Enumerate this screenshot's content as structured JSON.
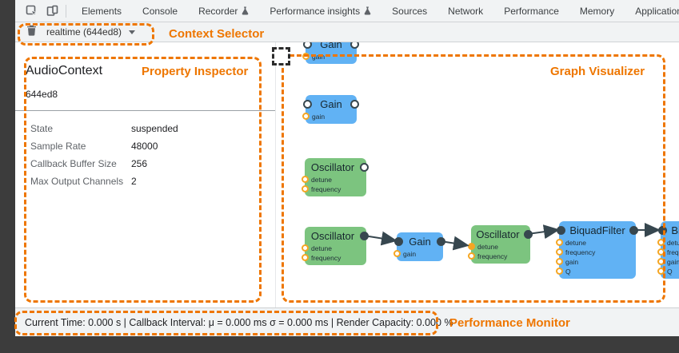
{
  "tabbar": {
    "tabs": [
      "Elements",
      "Console",
      "Recorder",
      "Performance insights",
      "Sources",
      "Network",
      "Performance",
      "Memory",
      "Application"
    ]
  },
  "toolbar": {
    "context_label": "realtime (644ed8)"
  },
  "inspector": {
    "title": "AudioContext",
    "id": "644ed8",
    "rows": [
      {
        "label": "State",
        "value": "suspended"
      },
      {
        "label": "Sample Rate",
        "value": "48000"
      },
      {
        "label": "Callback Buffer Size",
        "value": "256"
      },
      {
        "label": "Max Output Channels",
        "value": "2"
      }
    ]
  },
  "graph": {
    "nodes": [
      {
        "title": "Gain",
        "params": [
          "gain"
        ]
      },
      {
        "title": "Gain",
        "params": [
          "gain"
        ]
      },
      {
        "title": "Oscillator",
        "params": [
          "detune",
          "frequency"
        ]
      },
      {
        "title": "Oscillator",
        "params": [
          "detune",
          "frequency"
        ]
      },
      {
        "title": "Gain",
        "params": [
          "gain"
        ]
      },
      {
        "title": "Oscillator",
        "params": [
          "detune",
          "frequency"
        ]
      },
      {
        "title": "BiquadFilter",
        "params": [
          "detune",
          "frequency",
          "gain",
          "Q"
        ]
      },
      {
        "title": "BiquadFilter",
        "params": [
          "detune",
          "frequency",
          "gain",
          "Q"
        ]
      }
    ]
  },
  "statusbar": {
    "text": "Current Time: 0.000 s | Callback Interval: μ = 0.000 ms σ = 0.000 ms | Render Capacity: 0.000 %"
  },
  "annotations": {
    "context_selector": "Context Selector",
    "property_inspector": "Property Inspector",
    "graph_visualizer": "Graph Visualizer",
    "performance_monitor": "Performance Monitor"
  },
  "colors": {
    "annotation_orange": "#ee7600",
    "node_blue": "#61b2f4",
    "node_green": "#7cc47f",
    "port_dark": "#37474f",
    "param_orange": "#f5a623",
    "chrome_bar": "#f1f3f4"
  }
}
